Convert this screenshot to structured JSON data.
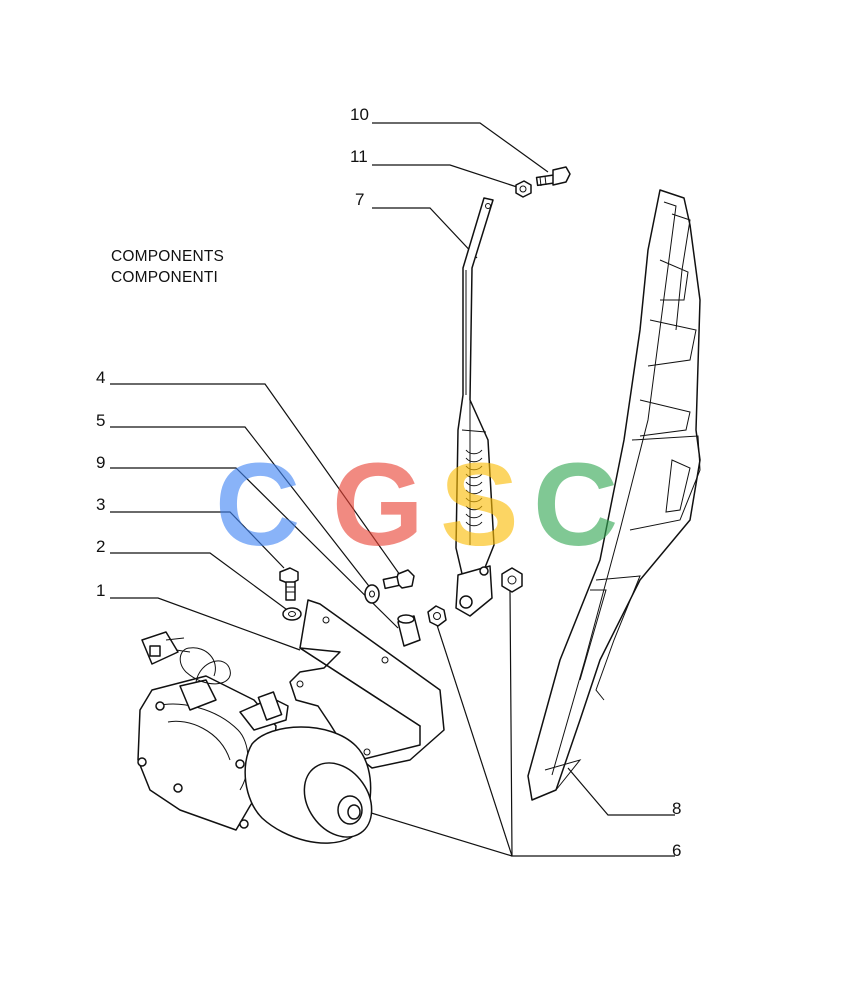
{
  "title": {
    "line1": "COMPONENTS",
    "line2": "COMPONENTI"
  },
  "callouts": {
    "c10": "10",
    "c11": "11",
    "c7": "7",
    "c4": "4",
    "c5": "5",
    "c9": "9",
    "c3": "3",
    "c2": "2",
    "c1": "1",
    "c8": "8",
    "c6": "6"
  },
  "watermark": {
    "letters": [
      "C",
      "G",
      "S",
      "C"
    ],
    "colors": [
      "#4285F4",
      "#EA4335",
      "#FBBC05",
      "#34A853"
    ]
  }
}
